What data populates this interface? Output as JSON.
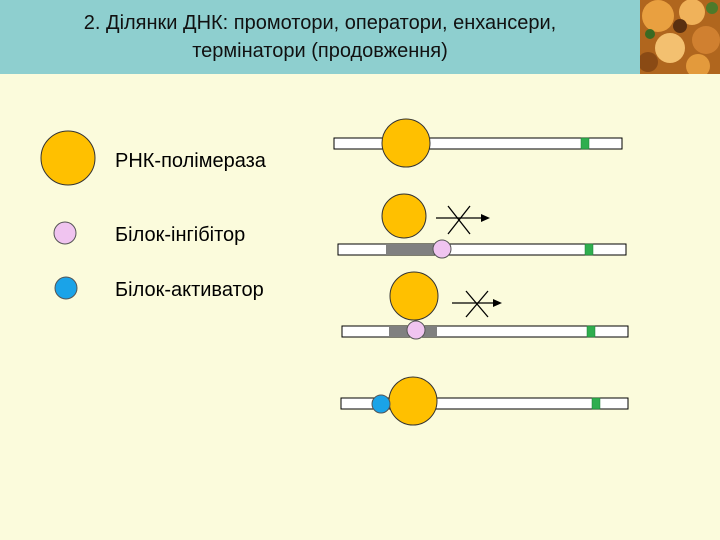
{
  "title": {
    "line1": "2. Ділянки ДНК: промотори, оператори, енхансери,",
    "line2": "термінатори (продовження)"
  },
  "legend": {
    "rna_polymerase": "РНК-полімераза",
    "inhibitor": "Білок-інгібітор",
    "activator": "Білок-активатор"
  },
  "colors": {
    "header": "#8ecfcf",
    "background": "#fbfbdc",
    "rna_polymerase": "#ffc000",
    "inhibitor": "#f0c4f0",
    "activator": "#1aa3e8",
    "operator": "#808080",
    "terminator": "#2fae4f"
  },
  "rows": [
    {
      "id": "free-polymerase",
      "inhibitor_bound": false,
      "activator_bound": false,
      "blocked": false
    },
    {
      "id": "inhibitor-blocks",
      "inhibitor_bound": true,
      "activator_bound": false,
      "blocked": true
    },
    {
      "id": "inhibitor-blocks-2",
      "inhibitor_bound": true,
      "activator_bound": false,
      "blocked": true
    },
    {
      "id": "activator-helps",
      "inhibitor_bound": false,
      "activator_bound": true,
      "blocked": false
    }
  ]
}
